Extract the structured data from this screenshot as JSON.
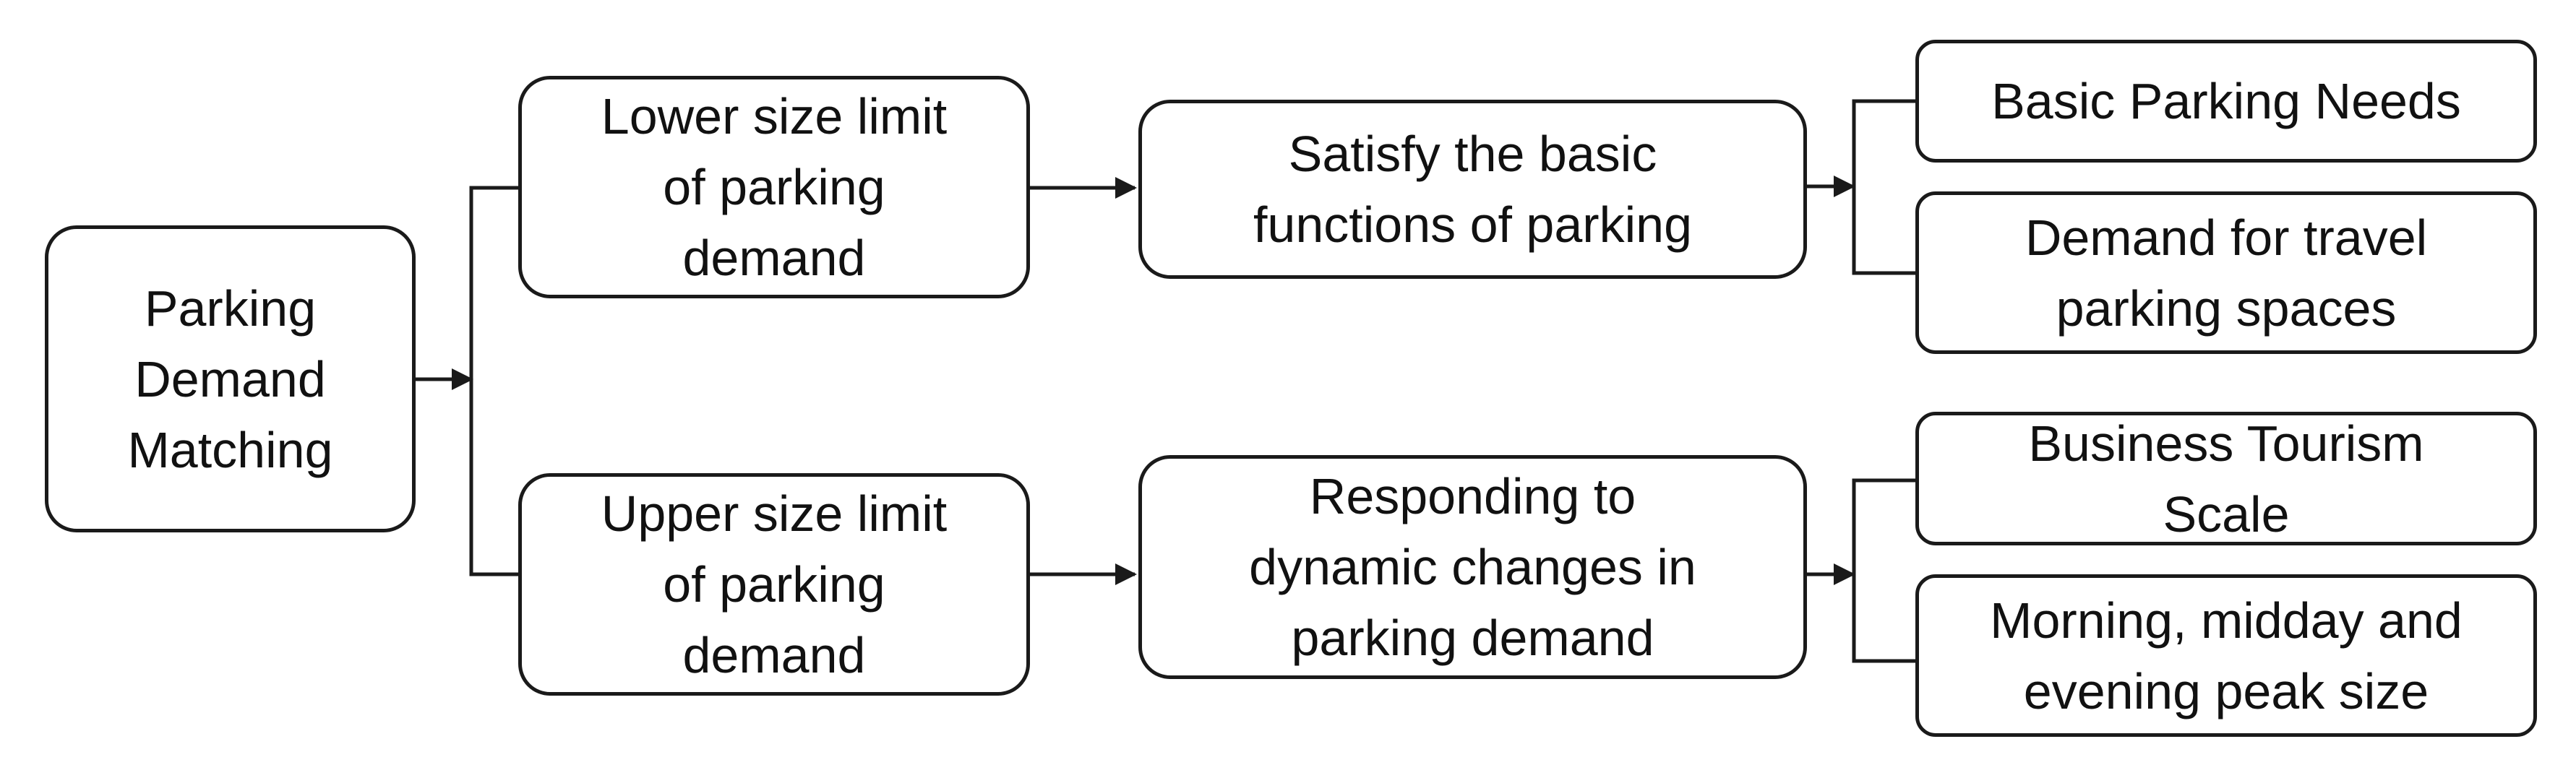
{
  "diagram": {
    "root": {
      "label": "Parking\nDemand\nMatching"
    },
    "lower": {
      "limit": "Lower size limit\nof parking\ndemand",
      "goal": "Satisfy the basic\nfunctions of parking",
      "needs": [
        "Basic Parking Needs",
        "Demand for travel\nparking spaces"
      ]
    },
    "upper": {
      "limit": "Upper size limit\nof parking\ndemand",
      "goal": "Responding to\ndynamic changes in\nparking demand",
      "needs": [
        "Business Tourism\nScale",
        "Morning, midday and\nevening peak size"
      ]
    },
    "colors": {
      "line": "#1a1a1a",
      "box_fill": "#ffffff",
      "text": "#111111"
    }
  }
}
